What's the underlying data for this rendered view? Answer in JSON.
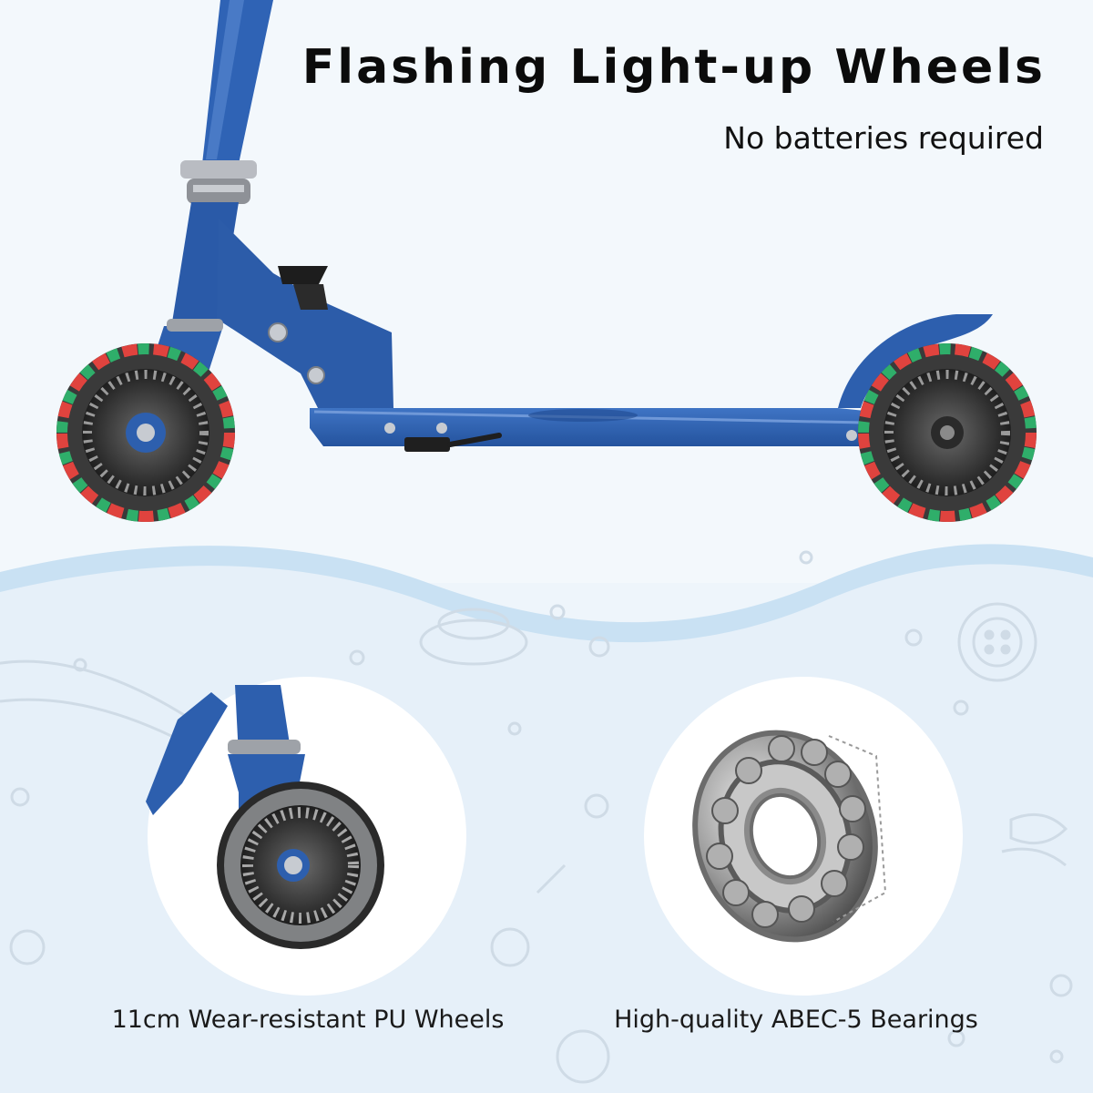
{
  "headline": {
    "title": "Flashing Light-up Wheels",
    "subtitle": "No batteries required"
  },
  "features": [
    {
      "caption": "11cm Wear-resistant PU Wheels",
      "icon": "pu-wheel-closeup"
    },
    {
      "caption": "High-quality ABEC-5 Bearings",
      "icon": "ball-bearing"
    }
  ],
  "colors": {
    "scooter_blue": "#2d5fae",
    "wave_blue": "#c7e0f3",
    "light_red": "#e0433e",
    "light_green": "#2fae6a"
  }
}
